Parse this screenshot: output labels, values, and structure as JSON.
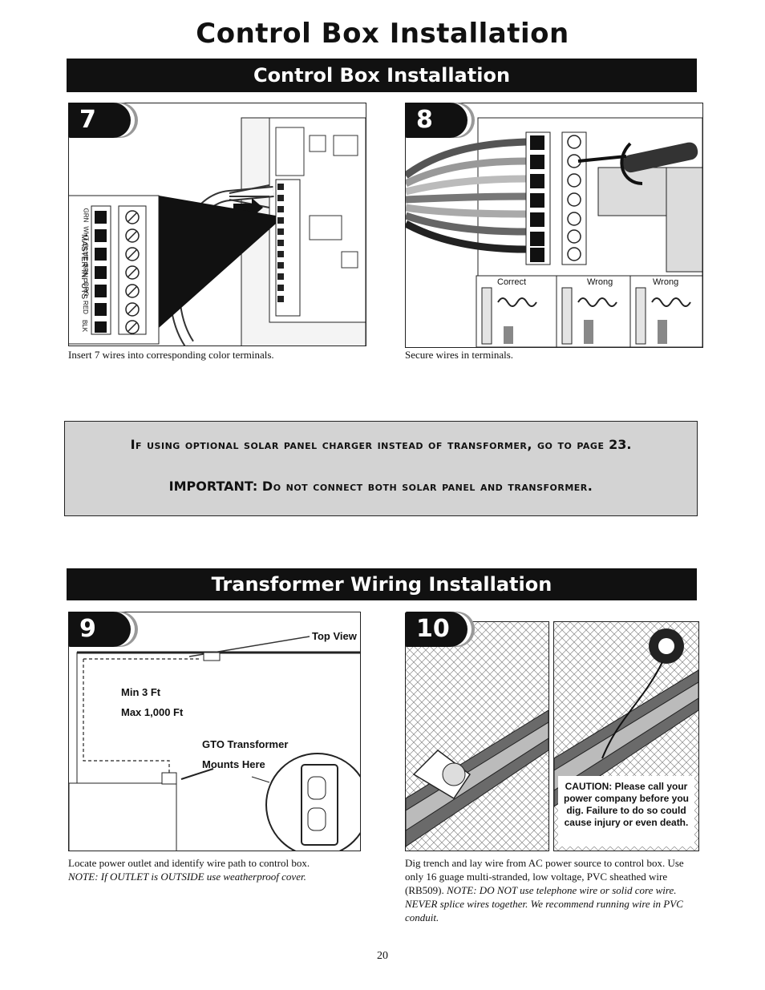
{
  "page": {
    "title": "Control Box Installation",
    "number": "20"
  },
  "section1": {
    "heading": "Control Box Installation"
  },
  "step7": {
    "number": "7",
    "terminal_colors": [
      "GRN",
      "WHT",
      "BLUE",
      "BRN",
      "ORG",
      "RED",
      "BLK"
    ],
    "terminal_group_label": "MASTER INPUTS",
    "caption": "Insert 7 wires into corresponding color terminals."
  },
  "step8": {
    "number": "8",
    "inset_labels": [
      "Correct",
      "Wrong",
      "Wrong"
    ],
    "caption": "Secure wires in terminals."
  },
  "notice": {
    "line1_prefix": "If using optional solar panel charger instead of transformer, go to page",
    "line1_page": "23.",
    "line2_prefix": "IMPORTANT:",
    "line2_text": "Do not connect both solar panel and transformer."
  },
  "section2": {
    "heading": "Transformer Wiring Installation"
  },
  "step9": {
    "number": "9",
    "view_label": "Top View",
    "min_label": "Min 3 Ft",
    "max_label": "Max 1,000 Ft",
    "transformer_label_1": "GTO Transformer",
    "transformer_label_2": "Mounts Here",
    "caption": "Locate power outlet and identify wire path to control box.",
    "caption_note": "NOTE: If OUTLET is OUTSIDE use weatherproof cover."
  },
  "step10": {
    "number": "10",
    "caution": "CAUTION: Please call your power company before you dig. Failure to do so could cause injury or even death.",
    "caption": "Dig trench and lay wire from AC power source to control box. Use only 16 guage multi-stranded, low voltage, PVC sheathed wire (RB509).",
    "caption_note": "NOTE: DO NOT use telephone wire or solid core wire. NEVER splice wires together. We recommend running wire in PVC conduit."
  }
}
